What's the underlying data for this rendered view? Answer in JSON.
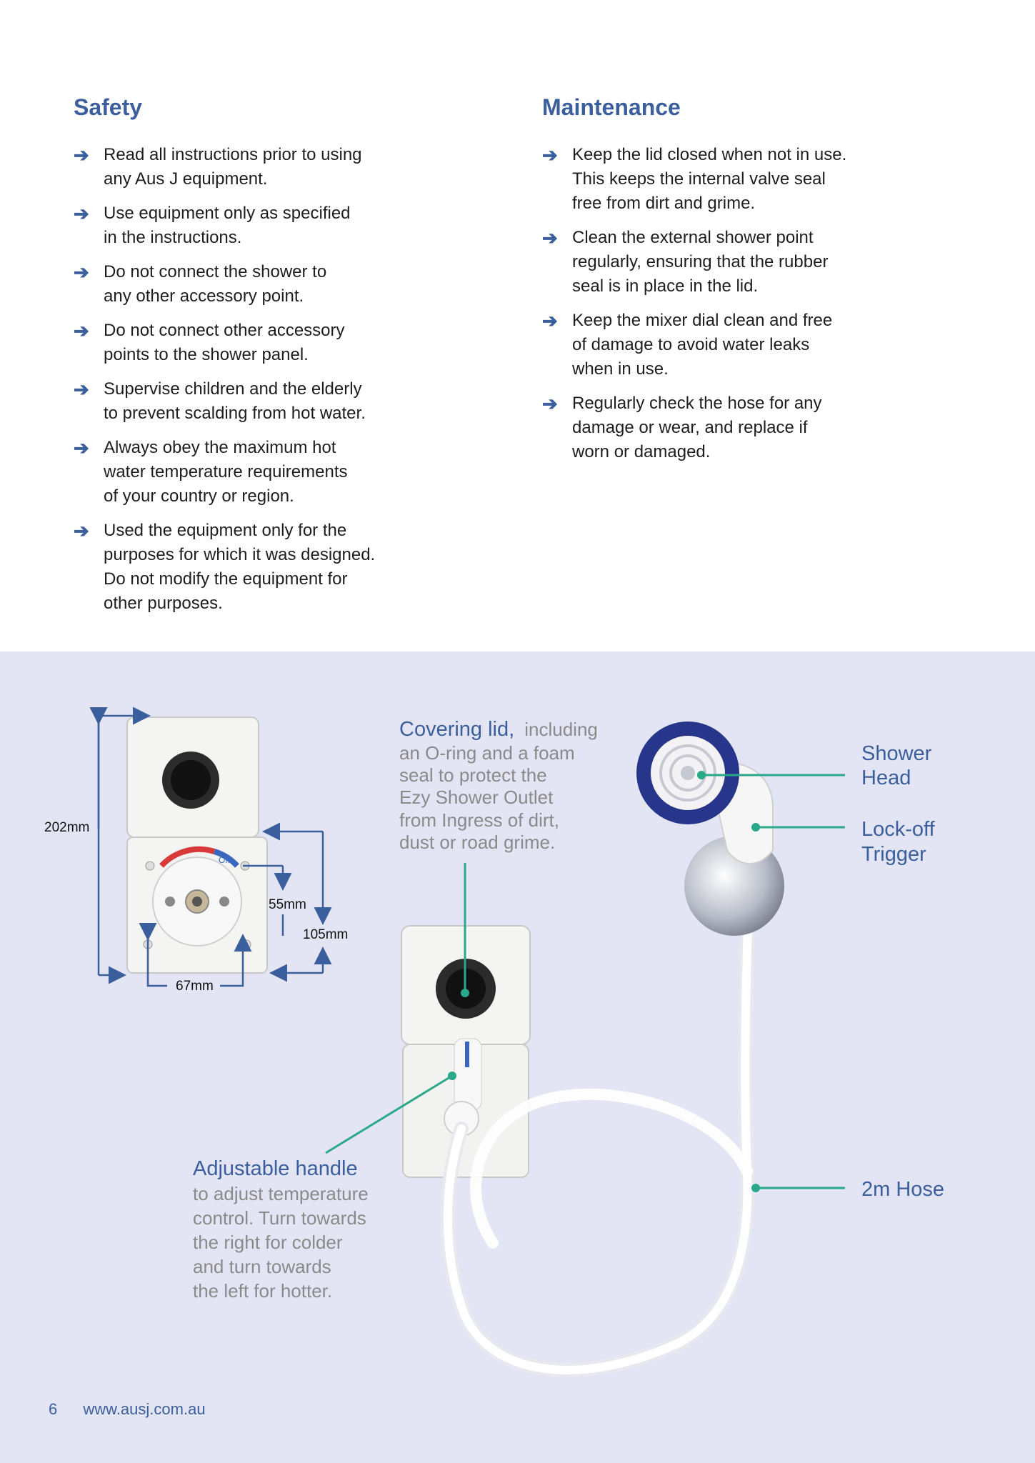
{
  "safety": {
    "title": "Safety",
    "items": [
      "Read all instructions prior to using\nany Aus J equipment.",
      "Use equipment only as specified\nin the instructions.",
      "Do not connect the shower to\nany other accessory point.",
      "Do not connect other accessory\npoints to the shower panel.",
      "Supervise children and the elderly\nto prevent scalding from hot water.",
      "Always obey the maximum hot\nwater temperature requirements\nof your country or region.",
      "Used the equipment only for the\npurposes for which it was designed.\nDo not modify the equipment for\nother purposes."
    ]
  },
  "maintenance": {
    "title": "Maintenance",
    "items": [
      "Keep the lid closed when not in use.\nThis keeps the internal valve seal\nfree from dirt and grime.",
      "Clean the external shower point\nregularly, ensuring that the rubber\nseal is in place in the lid.",
      "Keep the mixer dial clean and free\nof damage to avoid water leaks\nwhen in use.",
      "Regularly check the hose for any\ndamage or wear, and replace if\nworn or damaged."
    ]
  },
  "dimensions": {
    "height": "202mm",
    "inner_height": "55mm",
    "lower_height": "105mm",
    "width": "67mm",
    "dial_label": "Off"
  },
  "callouts": {
    "covering_lid_title": "Covering lid,",
    "covering_lid_line1": "including",
    "covering_lid_line2": "an O-ring and a foam",
    "covering_lid_line3": "seal to protect the",
    "covering_lid_line4": "Ezy Shower Outlet",
    "covering_lid_line5": "from Ingress of dirt,",
    "covering_lid_line6": "dust or road grime.",
    "shower_head_1": "Shower",
    "shower_head_2": "Head",
    "lock_off_1": "Lock-off",
    "lock_off_2": "Trigger",
    "hose": "2m Hose",
    "handle_title": "Adjustable handle",
    "handle_line1": "to adjust temperature",
    "handle_line2": "control. Turn towards",
    "handle_line3": "the right for colder",
    "handle_line4": "and turn towards",
    "handle_line5": "the left for hotter."
  },
  "footer": {
    "page_number": "6",
    "url": "www.ausj.com.au"
  },
  "colors": {
    "heading_blue": "#3a5f9c",
    "callout_teal": "#2aa88a",
    "panel_bg": "#e3e5f4"
  }
}
